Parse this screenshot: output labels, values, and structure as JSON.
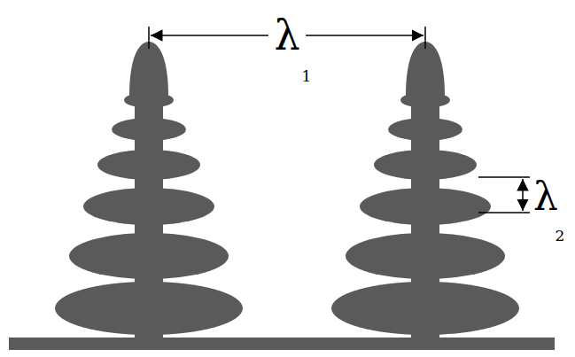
{
  "diagram": {
    "labels": [
      "λ",
      "1",
      "λ",
      "2"
    ]
  }
}
